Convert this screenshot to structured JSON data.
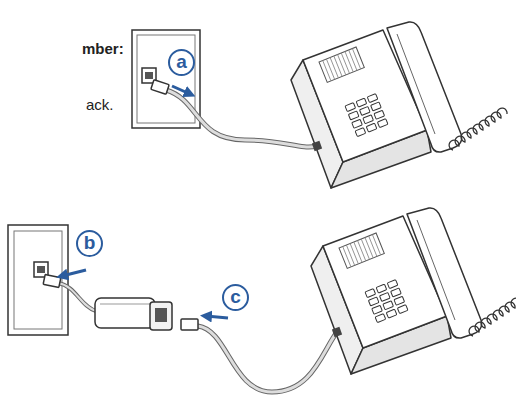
{
  "diagram": {
    "nodes": [
      {
        "text": [
          "a"
        ]
      },
      {
        "text": [
          "b"
        ]
      },
      {
        "text": [
          "c"
        ]
      }
    ],
    "labels": [
      "mber:",
      "ack."
    ]
  }
}
